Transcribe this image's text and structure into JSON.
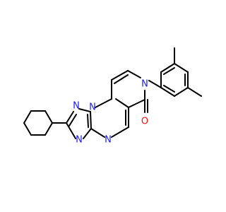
{
  "molecule": {
    "colors": {
      "bond": "#000000",
      "nitrogen": "#1a1aff",
      "oxygen": "#ff0d0d"
    },
    "atoms": [
      {
        "id": "n1",
        "element": "N",
        "label": "N"
      },
      {
        "id": "n2",
        "element": "N",
        "label": "N"
      },
      {
        "id": "n3",
        "element": "N",
        "label": "N"
      },
      {
        "id": "n4",
        "element": "N",
        "label": "N"
      },
      {
        "id": "n5",
        "element": "N",
        "label": "N"
      },
      {
        "id": "o1",
        "element": "O",
        "label": "O"
      }
    ]
  }
}
